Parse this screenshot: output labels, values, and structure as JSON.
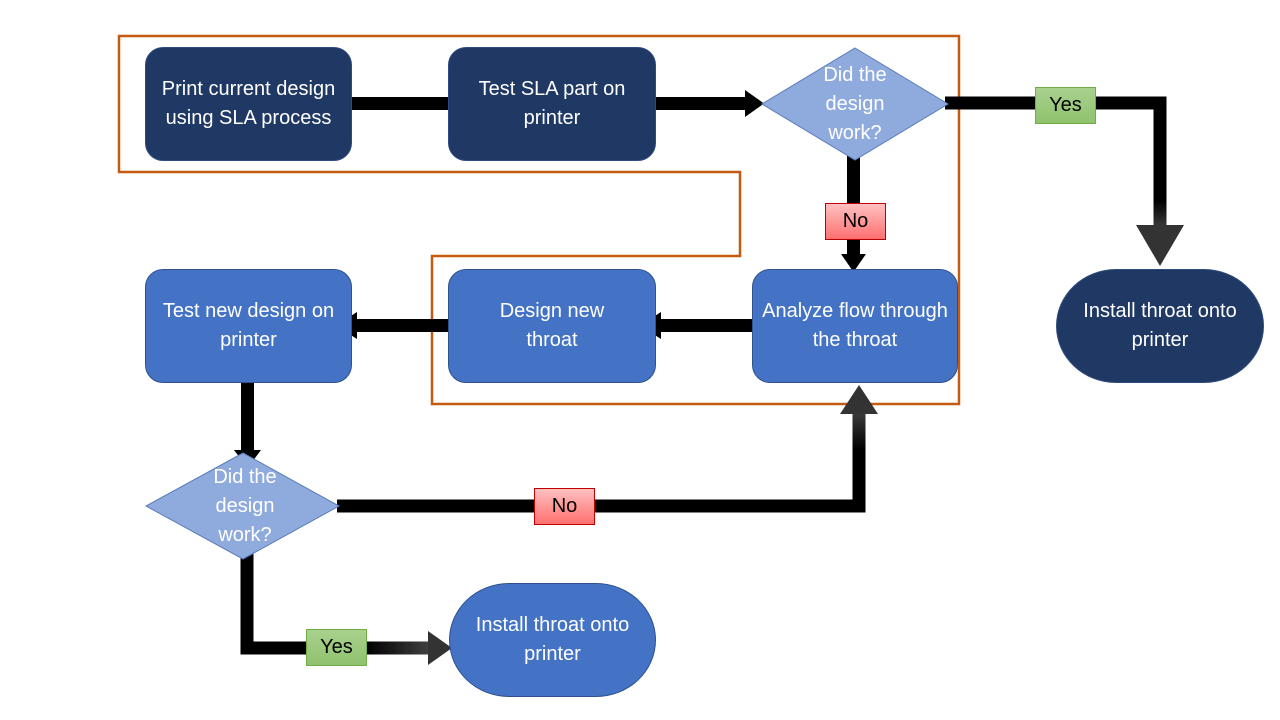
{
  "diagram": {
    "type": "flowchart",
    "colors": {
      "process_dark": "#203864",
      "process_mid": "#4472c4",
      "decision": "#8faadc",
      "group_border": "#c55a11",
      "yes_label": "#a9d18e",
      "no_label": "#ff8080",
      "arrow": "#000000"
    },
    "nodes": {
      "print_design": "Print current design using SLA process",
      "test_sla": "Test SLA part on printer",
      "decision_1": "Did the design work?",
      "install_1": "Install throat onto printer",
      "analyze_flow": "Analyze flow through the throat",
      "design_throat": "Design new throat",
      "test_new": "Test new design on printer",
      "decision_2": "Did the design work?",
      "install_2": "Install throat onto printer"
    },
    "labels": {
      "yes_1": "Yes",
      "no_1": "No",
      "no_2": "No",
      "yes_2": "Yes"
    },
    "edges": [
      {
        "from": "print_design",
        "to": "test_sla",
        "label": ""
      },
      {
        "from": "test_sla",
        "to": "decision_1",
        "label": ""
      },
      {
        "from": "decision_1",
        "to": "install_1",
        "label": "Yes"
      },
      {
        "from": "decision_1",
        "to": "analyze_flow",
        "label": "No"
      },
      {
        "from": "analyze_flow",
        "to": "design_throat",
        "label": ""
      },
      {
        "from": "design_throat",
        "to": "test_new",
        "label": ""
      },
      {
        "from": "test_new",
        "to": "decision_2",
        "label": ""
      },
      {
        "from": "decision_2",
        "to": "analyze_flow",
        "label": "No"
      },
      {
        "from": "decision_2",
        "to": "install_2",
        "label": "Yes"
      }
    ]
  }
}
